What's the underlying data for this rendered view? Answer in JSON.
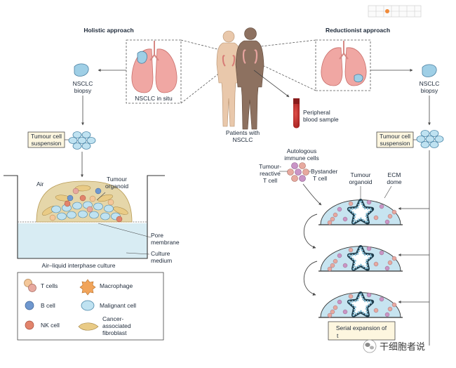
{
  "labels": {
    "holistic": "Holistic approach",
    "reductionist": "Reductionist approach",
    "nsclc_in_situ": "NSCLC in situ",
    "patients_line1": "Patients with",
    "patients_line2": "NSCLC",
    "blood_line1": "Peripheral",
    "blood_line2": "blood sample",
    "biopsy_line1": "NSCLC",
    "biopsy_line2": "biopsy",
    "suspension_line1": "Tumour cell",
    "suspension_line2": "suspension",
    "air": "Air",
    "tumour": "Tumour",
    "organoid": "organoid",
    "pore": "Pore",
    "membrane": "membrane",
    "culture": "Culture",
    "medium": "medium",
    "ali_culture": "Air–liquid interphase culture",
    "autologous": "Autologous",
    "immune_cells": "immune cells",
    "tumour_reactive1": "Tumour-",
    "tumour_reactive2": "reactive",
    "tumour_reactive3": "T cell",
    "bystander1": "Bystander",
    "bystander2": "T cell",
    "ecm": "ECM",
    "dome": "dome",
    "serial1": "Serial expansion of",
    "serial2": "t",
    "brand": "干细胞者说"
  },
  "legend": {
    "t_cells": "T cells",
    "b_cell": "B cell",
    "nk_cell": "NK cell",
    "macrophage": "Macrophage",
    "malignant": "Malignant cell",
    "fib_line1": "Cancer-",
    "fib_line2": "associated",
    "fib_line3": "fibroblast"
  },
  "colors": {
    "lung": "#f0a7a3",
    "malignant_cell": "#bfe2f1",
    "t_cell": "#f4c79a",
    "t_cell_alt": "#e7a99f",
    "b_cell": "#6f98cf",
    "nk_cell": "#e2846c",
    "macrophage": "#f1a45a",
    "fibroblast": "#e9cb86",
    "ecm_dome": "#c7e4f0",
    "blood_tube": "#c0392b",
    "suspension_box": "#fdf6df"
  }
}
